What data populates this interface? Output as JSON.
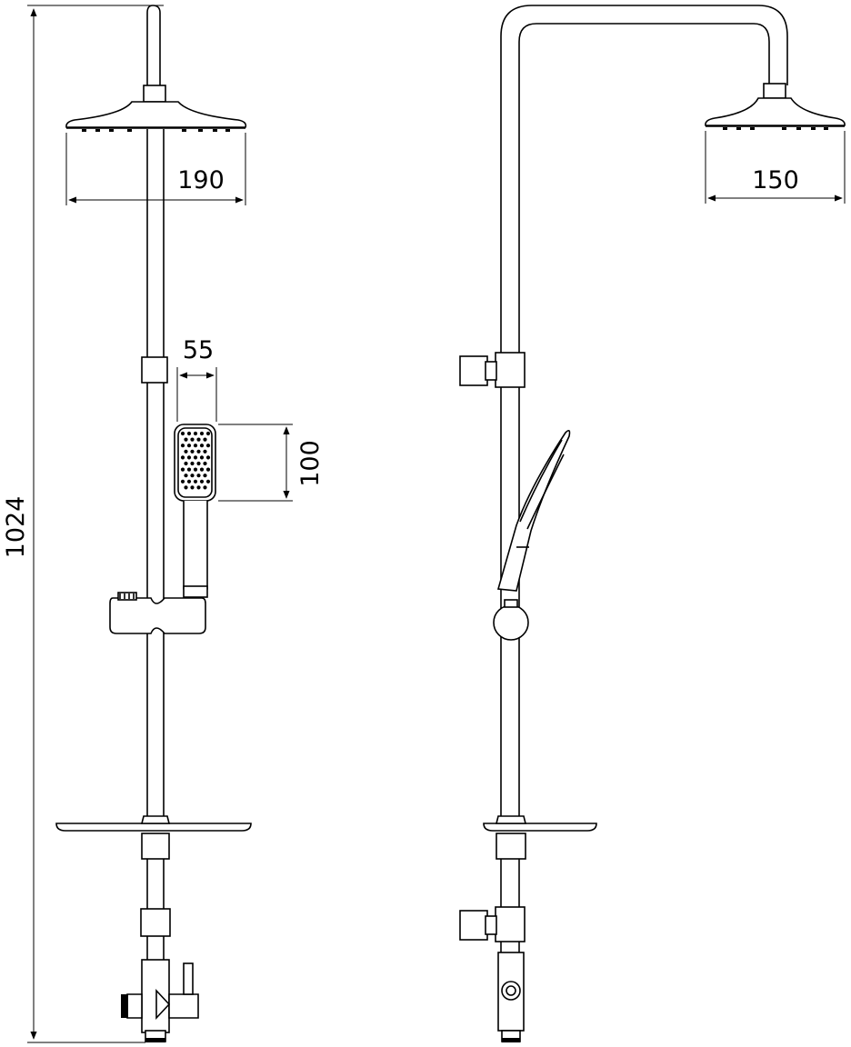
{
  "dimensions": {
    "total_height": "1024",
    "front_head_width": "190",
    "side_head_width": "150",
    "hand_shower_width": "55",
    "hand_shower_height": "100"
  }
}
